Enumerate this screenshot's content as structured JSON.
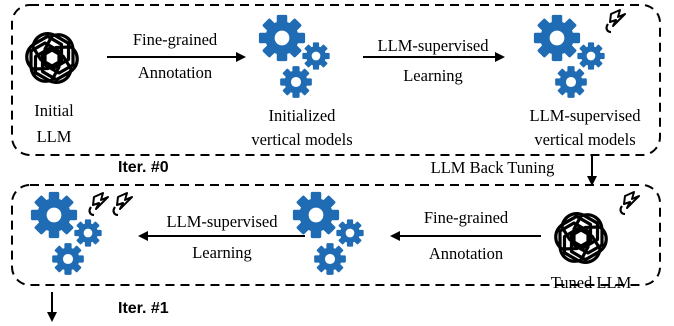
{
  "iterations": [
    {
      "label": "Iter. #0",
      "nodes": [
        {
          "label": "Initial\nLLM",
          "icon": "openai-logo-icon"
        },
        {
          "label": "Initialized\nvertical models",
          "icon": "gears-icon"
        },
        {
          "label": "LLM-supervised\nvertical models",
          "icon": "gears-icon"
        }
      ],
      "edges": [
        {
          "label_top": "Fine-grained",
          "label_bottom": "Annotation"
        },
        {
          "label_top": "LLM-supervised",
          "label_bottom": "Learning"
        }
      ]
    },
    {
      "label": "Iter. #1",
      "nodes": [
        {
          "label": "Tuned LLM",
          "icon": "openai-logo-icon"
        },
        {
          "label": "",
          "icon": "gears-icon"
        },
        {
          "label": "",
          "icon": "gears-icon"
        }
      ],
      "edges": [
        {
          "label_top": "Fine-grained",
          "label_bottom": "Annotation"
        },
        {
          "label_top": "LLM-supervised",
          "label_bottom": "Learning"
        }
      ]
    }
  ],
  "transition_label": "LLM Back Tuning",
  "colors": {
    "gear": "#1f6cb4",
    "stroke": "#000000"
  }
}
